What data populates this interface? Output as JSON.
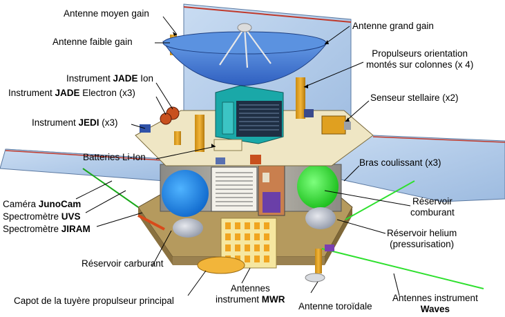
{
  "labels": {
    "antenne_moyen_gain": "Antenne moyen gain",
    "antenne_faible_gain": "Antenne faible gain",
    "antenne_grand_gain": "Antenne grand gain",
    "propulseurs_l1": "Propulseurs orientation",
    "propulseurs_l2": "montés sur colonnes (x 4)",
    "jade_ion_prefix": "Instrument ",
    "jade_ion_bold": "JADE",
    "jade_ion_suffix": " Ion",
    "jade_el_prefix": "Instrument ",
    "jade_el_bold": "JADE",
    "jade_el_suffix": " Electron (x3)",
    "senseur_stellaire": "Senseur stellaire (x2)",
    "jedi_prefix": "Instrument ",
    "jedi_bold": "JEDI",
    "jedi_suffix": " (x3)",
    "batteries": "Batteries Li-Ion",
    "bras_coulissant": "Bras coulissant (x3)",
    "camera_prefix": "Caméra ",
    "camera_bold": "JunoCam",
    "uvs_prefix": "Spectromètre ",
    "uvs_bold": "UVS",
    "jiram_prefix": "Spectromètre ",
    "jiram_bold": "JIRAM",
    "res_comburant_l1": "Réservoir",
    "res_comburant_l2": "comburant",
    "res_helium_l1": "Réservoir helium",
    "res_helium_l2": "(pressurisation)",
    "res_carburant": "Réservoir carburant",
    "mwr_l1": "Antennes",
    "mwr_prefix": "instrument ",
    "mwr_bold": "MWR",
    "capot": "Capot de la tuyère propulseur principal",
    "toroidale": "Antenne toroïdale",
    "waves_l1": "Antennes instrument",
    "waves_bold": "Waves"
  }
}
